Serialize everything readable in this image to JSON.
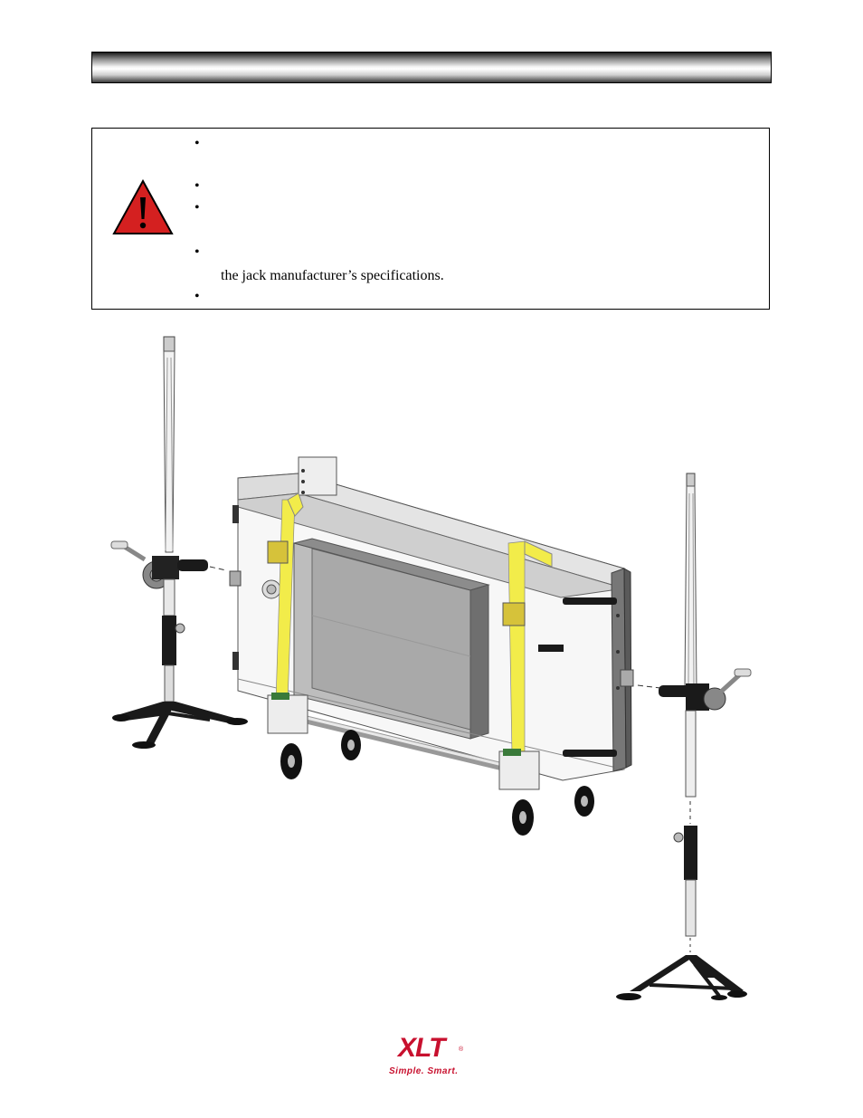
{
  "warning": {
    "bullets": [
      "•",
      "•",
      "•",
      "•",
      "•"
    ],
    "continuation_text": "the jack manufacturer’s specifications."
  },
  "logo": {
    "word": "XLT",
    "registered_mark": "®",
    "tagline": "Simple. Smart."
  },
  "colors": {
    "warning_red": "#d42020",
    "strap_yellow": "#f2ec4a",
    "logo_red": "#c8102e"
  },
  "icons": {
    "warning": "warning-triangle-icon"
  }
}
